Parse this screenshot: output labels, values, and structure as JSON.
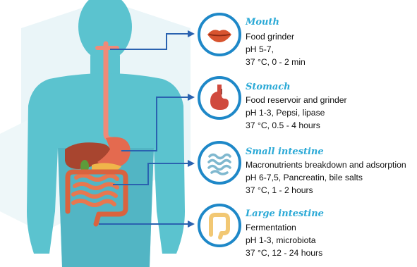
{
  "organs": [
    {
      "title": "Mouth",
      "icon": "lips-icon",
      "lines": [
        "Food grinder",
        "pH 5-7,",
        "37 °C, 0 - 2 min"
      ]
    },
    {
      "title": "Stomach",
      "icon": "stomach-icon",
      "lines": [
        "Food reservoir and grinder",
        "pH 1-3, Pepsi, lipase",
        "37 °C, 0.5 - 4 hours"
      ]
    },
    {
      "title": "Small intestine",
      "icon": "small-intestine-icon",
      "lines": [
        "Macronutrients breakdown and adsorption",
        "pH 6-7,5, Pancreatin, bile salts",
        "37 °C, 1 - 2 hours"
      ]
    },
    {
      "title": "Large intestine",
      "icon": "large-intestine-icon",
      "lines": [
        "Fermentation",
        "pH 1-3, microbiota",
        "37 °C, 12 - 24 hours"
      ]
    }
  ],
  "colors": {
    "body_silhouette": "#5bc3cf",
    "background_hexagon": "#eaf5f8",
    "arrow": "#2a62b0",
    "esophagus": "#f08a78",
    "circle_border": "#1e88c8",
    "title": "#2aa9d6"
  }
}
